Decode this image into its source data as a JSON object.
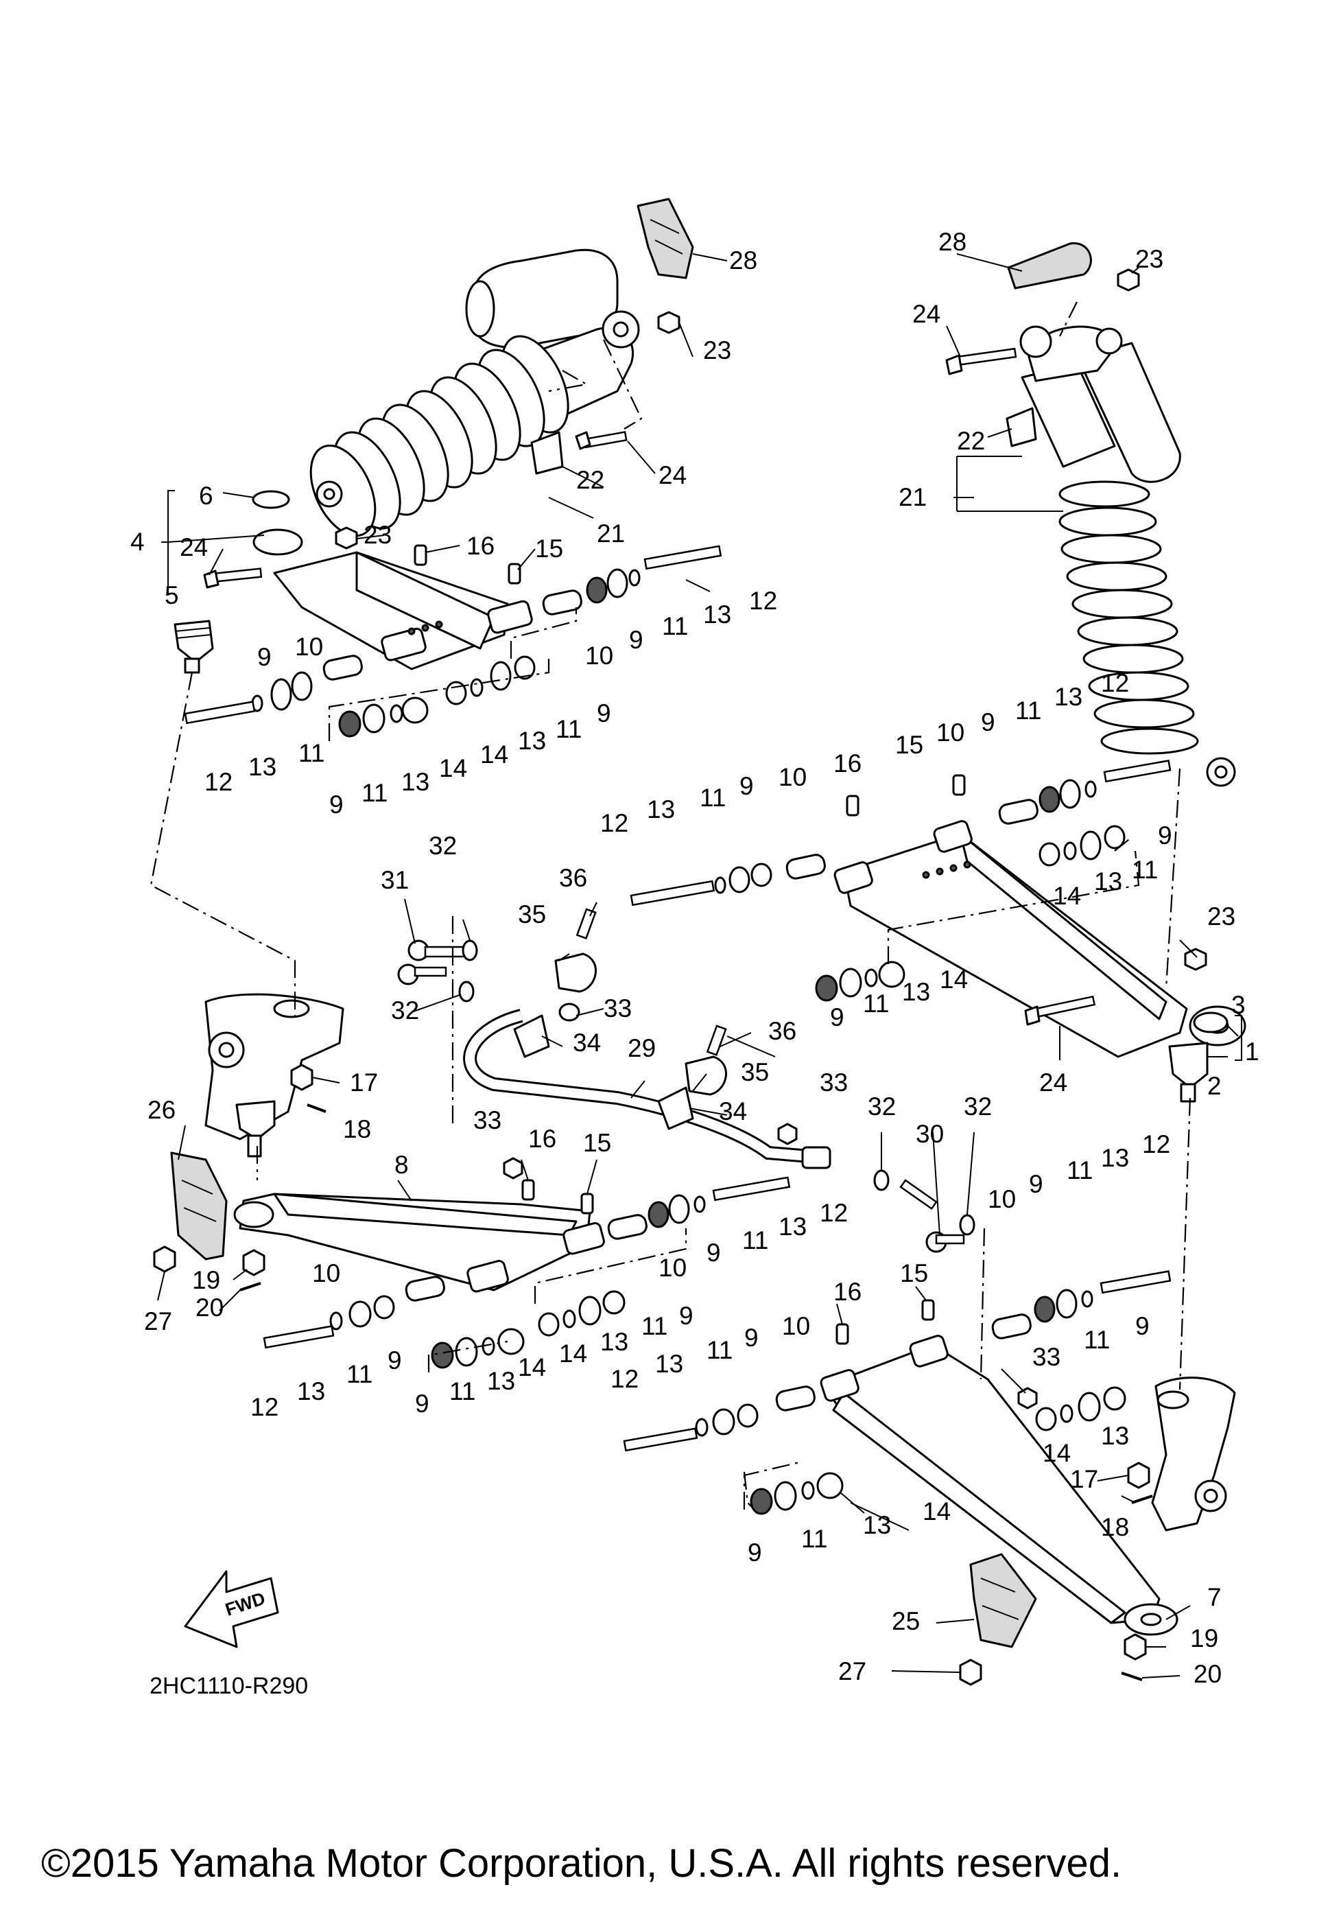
{
  "diagram_code": "2HC1110-R290",
  "copyright": "©2015 Yamaha Motor Corporation, U.S.A. All rights reserved.",
  "fwd_arrow_label": "FWD",
  "callouts": {
    "c1": "1",
    "c2": "2",
    "c3": "3",
    "c4": "4",
    "c5": "5",
    "c6": "6",
    "c7": "7",
    "c8": "8",
    "c9": "9",
    "c10": "10",
    "c11": "11",
    "c12": "12",
    "c13": "13",
    "c14": "14",
    "c15": "15",
    "c16": "16",
    "c17": "17",
    "c18": "18",
    "c19": "19",
    "c20": "20",
    "c21": "21",
    "c22": "22",
    "c23": "23",
    "c24": "24",
    "c25": "25",
    "c26": "26",
    "c27": "27",
    "c28": "28",
    "c29": "29",
    "c30": "30",
    "c31": "31",
    "c32": "32",
    "c33": "33",
    "c34": "34",
    "c35": "35",
    "c36": "36"
  }
}
